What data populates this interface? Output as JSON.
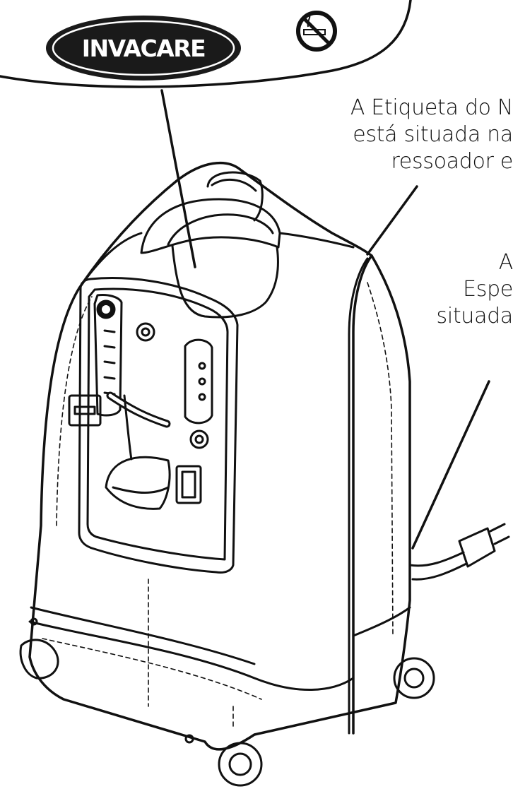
{
  "logo": {
    "text": "INVACARE"
  },
  "callouts": [
    {
      "lines": [
        "A Etiqueta do N",
        "está situada na",
        "ressoador e"
      ]
    },
    {
      "lines": [
        "A",
        "Espe",
        "situada"
      ]
    }
  ],
  "icons": [
    "no-smoking-icon",
    "power-plug-icon",
    "flow-meter-icon",
    "power-switch-icon",
    "indicator-lights-icon",
    "castor-wheel-icon"
  ],
  "colors": {
    "line": "#111111",
    "logo_fill": "#1a1a1a",
    "background": "#ffffff"
  }
}
